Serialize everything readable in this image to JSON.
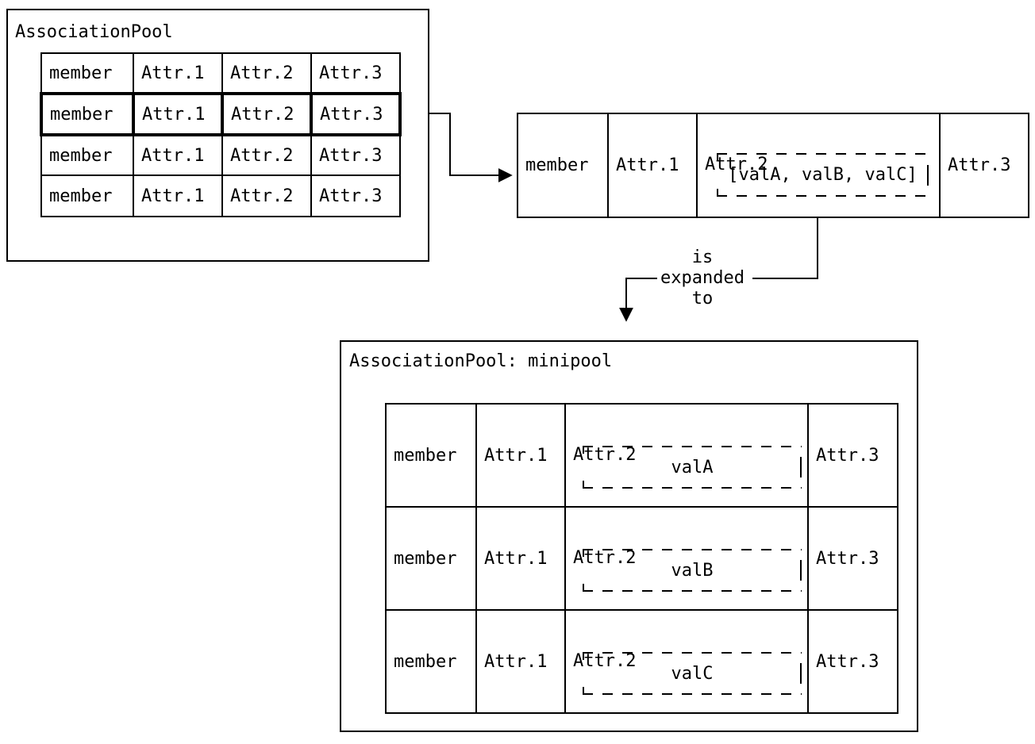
{
  "colors": {
    "line": "#000000",
    "background": "#ffffff"
  },
  "pool1": {
    "title": "AssociationPool",
    "rows": [
      [
        "member",
        "Attr.1",
        "Attr.2",
        "Attr.3"
      ],
      [
        "member",
        "Attr.1",
        "Attr.2",
        "Attr.3"
      ],
      [
        "member",
        "Attr.1",
        "Attr.2",
        "Attr.3"
      ],
      [
        "member",
        "Attr.1",
        "Attr.2",
        "Attr.3"
      ]
    ],
    "highlighted_row_index": 1
  },
  "expanded_row": {
    "cells": [
      "member",
      "Attr.1",
      "Attr.2",
      "Attr.3"
    ],
    "value": "[valA, valB, valC]"
  },
  "arrow_label": {
    "line1": "is",
    "line2": "expanded",
    "line3": "to"
  },
  "minipool": {
    "title": "AssociationPool: minipool",
    "rows": [
      {
        "cells": [
          "member",
          "Attr.1",
          "Attr.2",
          "Attr.3"
        ],
        "value": "valA"
      },
      {
        "cells": [
          "member",
          "Attr.1",
          "Attr.2",
          "Attr.3"
        ],
        "value": "valB"
      },
      {
        "cells": [
          "member",
          "Attr.1",
          "Attr.2",
          "Attr.3"
        ],
        "value": "valC"
      }
    ]
  }
}
